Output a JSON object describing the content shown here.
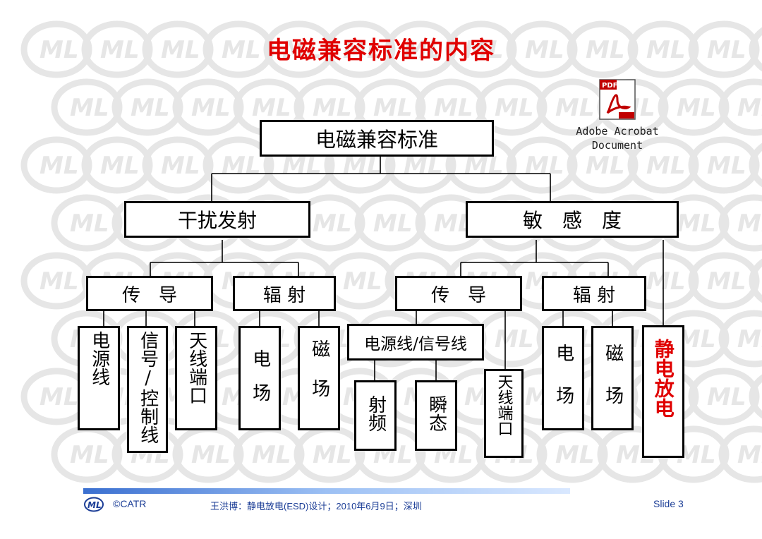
{
  "title": "电磁兼容标准的内容",
  "root": "电磁兼容标准",
  "emission": {
    "label": "干扰发射",
    "conducted": "传　导",
    "radiated": "辐 射",
    "leaves": [
      "电源线",
      "信号/控制线",
      "天线端口",
      "电场",
      "磁场"
    ]
  },
  "susceptibility": {
    "label": "敏　感　度",
    "conducted": "传　导",
    "radiated": "辐 射",
    "power_signal": "电源线/信号线",
    "leaves": [
      "射频",
      "瞬态",
      "天线端口",
      "电场",
      "磁场"
    ],
    "esd": "静电放电"
  },
  "attachment": {
    "icon": "pdf-file-icon",
    "label_line1": "Adobe Acrobat",
    "label_line2": "Document"
  },
  "footer": {
    "copyright": "©CATR",
    "author": "王洪博：静电放电(ESD)设计；2010年6月9日；深圳",
    "slide": "Slide 3"
  },
  "colors": {
    "title": "#e00000",
    "esd": "#e00000",
    "footer_text": "#1b3d96"
  }
}
